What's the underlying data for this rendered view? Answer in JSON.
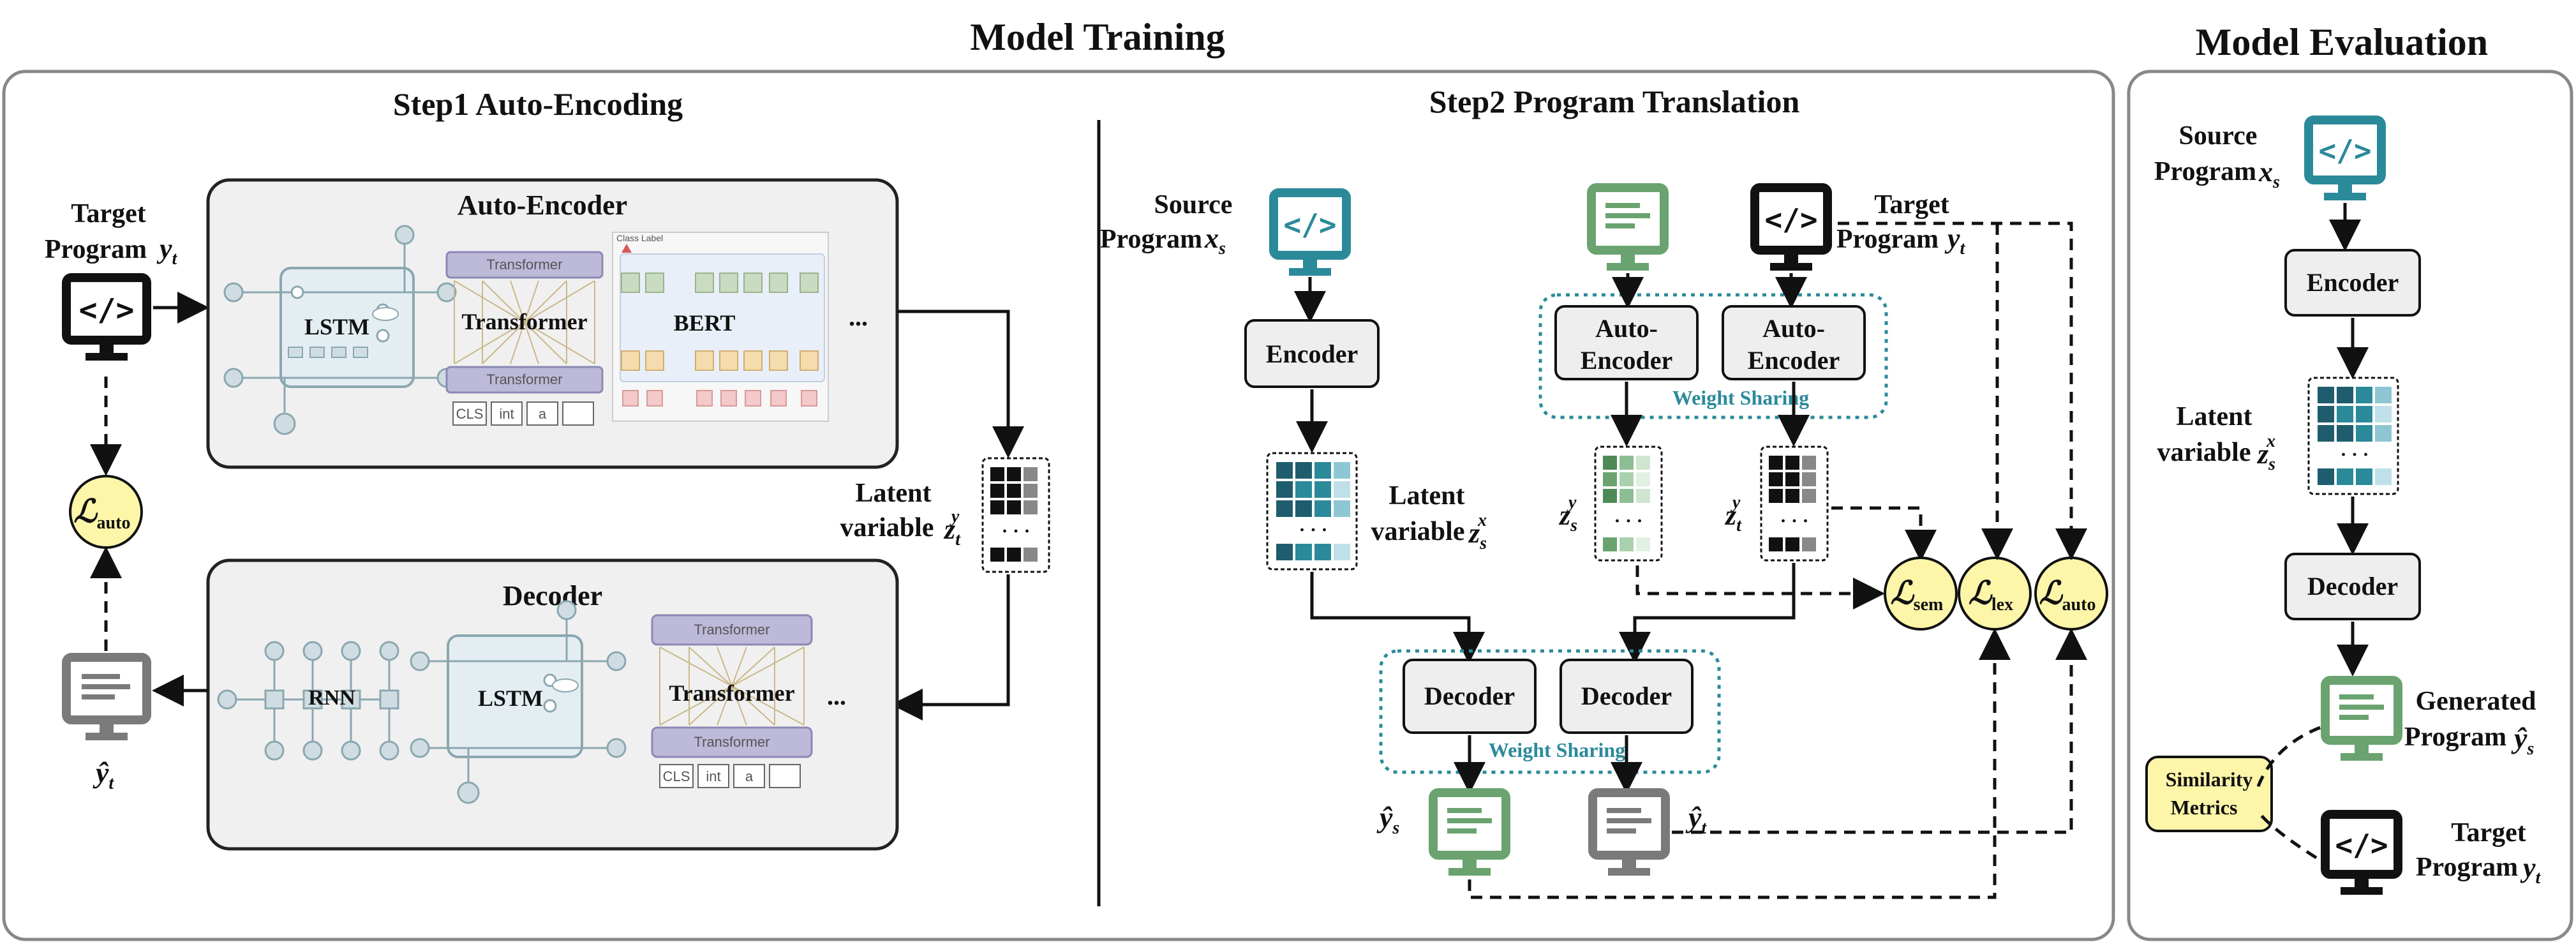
{
  "titles": {
    "training": "Model Training",
    "evaluation": "Model Evaluation",
    "step1": "Step1 Auto-Encoding",
    "step2": "Step2 Program Translation"
  },
  "step1": {
    "target_program": "Target",
    "target_program_2": "Program",
    "target_var": "y",
    "target_sub": "t",
    "autoencoder_title": "Auto-Encoder",
    "decoder_title": "Decoder",
    "lstm": "LSTM",
    "transformer": "Transformer",
    "transformer_small": "Transformer",
    "bert": "BERT",
    "rnn": "RNN",
    "ellipsis": "...",
    "tokens": [
      "CLS",
      "int",
      "a",
      ""
    ],
    "latent_1": "Latent",
    "latent_2": "variable",
    "latent_var": "z",
    "latent_sub": "t",
    "latent_sup": "y",
    "loss_auto": "auto",
    "yhat_sub": "t",
    "class_label": "Class Label"
  },
  "step2": {
    "source_1": "Source",
    "source_2": "Program",
    "source_var": "x",
    "source_sub": "s",
    "target_1": "Target",
    "target_2": "Program",
    "target_var": "y",
    "target_sub": "t",
    "encoder": "Encoder",
    "auto_encoder_1": "Auto-",
    "auto_encoder_2": "Encoder",
    "weight_sharing": "Weight Sharing",
    "decoder": "Decoder",
    "latent_1": "Latent",
    "latent_2": "variable",
    "latent_var": "z",
    "latent_sub": "s",
    "latent_sup": "x",
    "zs_y_sub": "s",
    "zs_y_sup": "y",
    "zt_y_sub": "t",
    "zt_y_sup": "y",
    "yhat_s_sub": "s",
    "yhat_t_sub": "t",
    "loss_sem": "sem",
    "loss_lex": "lex",
    "loss_auto": "auto"
  },
  "evaluation": {
    "source_1": "Source",
    "source_2": "Program",
    "source_var": "x",
    "source_sub": "s",
    "encoder": "Encoder",
    "latent_1": "Latent",
    "latent_2": "variable",
    "latent_var": "z",
    "latent_sub": "s",
    "latent_sup": "x",
    "decoder": "Decoder",
    "generated_1": "Generated",
    "generated_2": "Program",
    "generated_sub": "s",
    "similarity_1": "Similarity",
    "similarity_2": "Metrics",
    "target_1": "Target",
    "target_2": "Program",
    "target_var": "y",
    "target_sub": "t"
  },
  "colors": {
    "teal": "#2b8a9a",
    "green": "#6aa36f",
    "gray": "#7a7a7a",
    "black": "#111111",
    "loss_fill": "#fdf6a9"
  }
}
